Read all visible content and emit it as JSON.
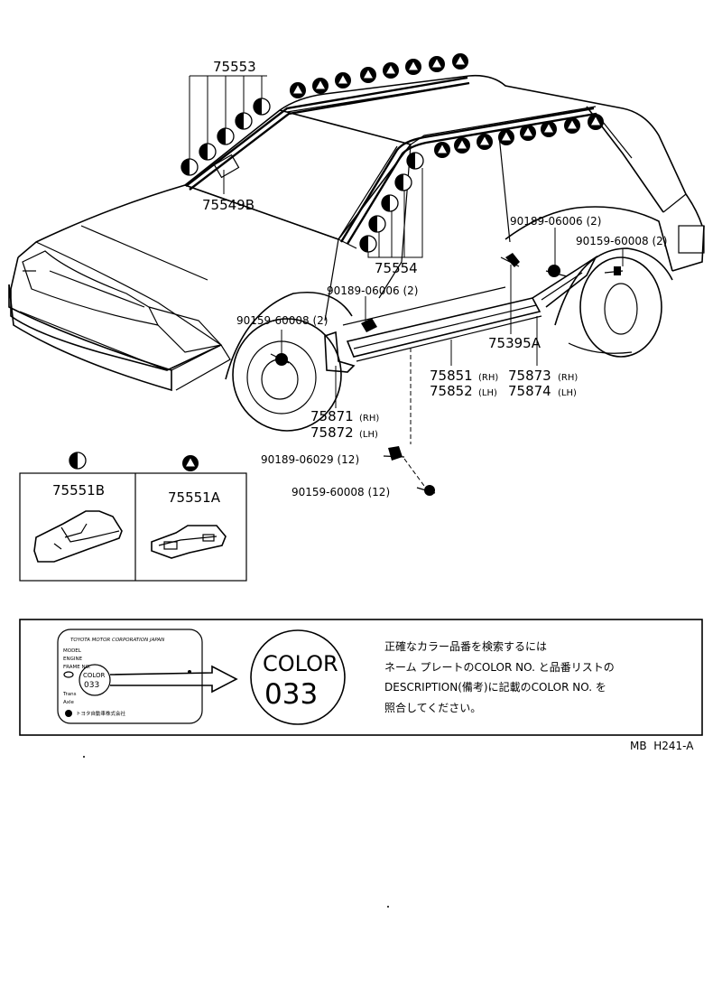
{
  "parts": {
    "p75553": "75553",
    "p75549B": "75549B",
    "p75554": "75554",
    "p90189_06006_a": "90189-06006 (2)",
    "p90159_60008_a": "90159-60008 (2)",
    "p90189_06006_b": "90189-06006 (2)",
    "p90159_60008_b": "90159-60008 (2)",
    "p75395A": "75395A",
    "p75851": "75851",
    "p75852": "75852",
    "p75873": "75873",
    "p75874": "75874",
    "p75871": "75871",
    "p75872": "75872",
    "p90189_06029": "90189-06029 (12)",
    "p90159_60008_c": "90159-60008 (12)",
    "p75551B": "75551B",
    "p75551A": "75551A"
  },
  "side": {
    "rh": "(RH)",
    "lh": "(LH)"
  },
  "legend": {
    "half_circle_icon": "half-circle-icon",
    "triangle_icon": "triangle-circle-icon"
  },
  "nameplate": {
    "maker": "TOYOTA MOTOR CORPORATION JAPAN",
    "model": "MODEL",
    "engine": "ENGINE",
    "frame": "FRAME NO.",
    "color_label": "COLOR",
    "color_code": "033",
    "trim": "Trans",
    "axle": "Axle",
    "maker_jp": "トヨタ自動車株式会社"
  },
  "color_badge": {
    "label": "COLOR",
    "code": "033"
  },
  "instructions": {
    "line1": "正確なカラー品番を検索するには",
    "line2": "ネーム プレートのCOLOR NO. と品番リストの",
    "line3": "DESCRIPTION(備考)に記載のCOLOR NO. を",
    "line4": "照合してください。"
  },
  "footer": {
    "ref": "MB  H241-A"
  }
}
